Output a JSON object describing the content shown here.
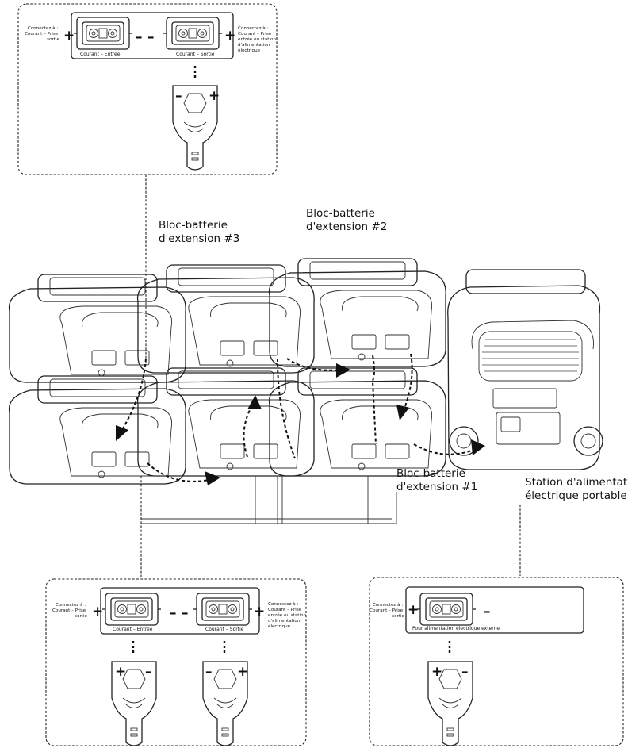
{
  "labels": {
    "pack3": [
      "Bloc-batterie",
      "d'extension #3"
    ],
    "pack2": [
      "Bloc-batterie",
      "d'extension #2"
    ],
    "pack1": [
      "Bloc-batterie",
      "d'extension #1"
    ],
    "station": [
      "Station d'alimentation",
      "électrique portable"
    ]
  },
  "top_panel": {
    "left_note": [
      "Connectez à :",
      "Courant – Prise",
      "sortie"
    ],
    "right_note": [
      "Connectez à :",
      "Courant – Prise",
      "entrée ou station",
      "d'alimentation",
      "électrique"
    ],
    "in_label": "Courant – Entrée",
    "out_label": "Courant – Sortie"
  },
  "bottom_left_panel": {
    "left_note": [
      "Connectez à :",
      "Courant – Prise",
      "sortie"
    ],
    "right_note": [
      "Connectez à :",
      "Courant – Prise",
      "entrée ou station",
      "d'alimentation",
      "électrique"
    ],
    "in_label": "Courant – Entrée",
    "out_label": "Courant – Sortie"
  },
  "bottom_right_panel": {
    "left_note": [
      "Connectez à :",
      "Courant – Prise",
      "sortie"
    ],
    "ext_label": "Pour alimentation électrique externe"
  },
  "signs": {
    "plus": "+",
    "minus": "–"
  }
}
